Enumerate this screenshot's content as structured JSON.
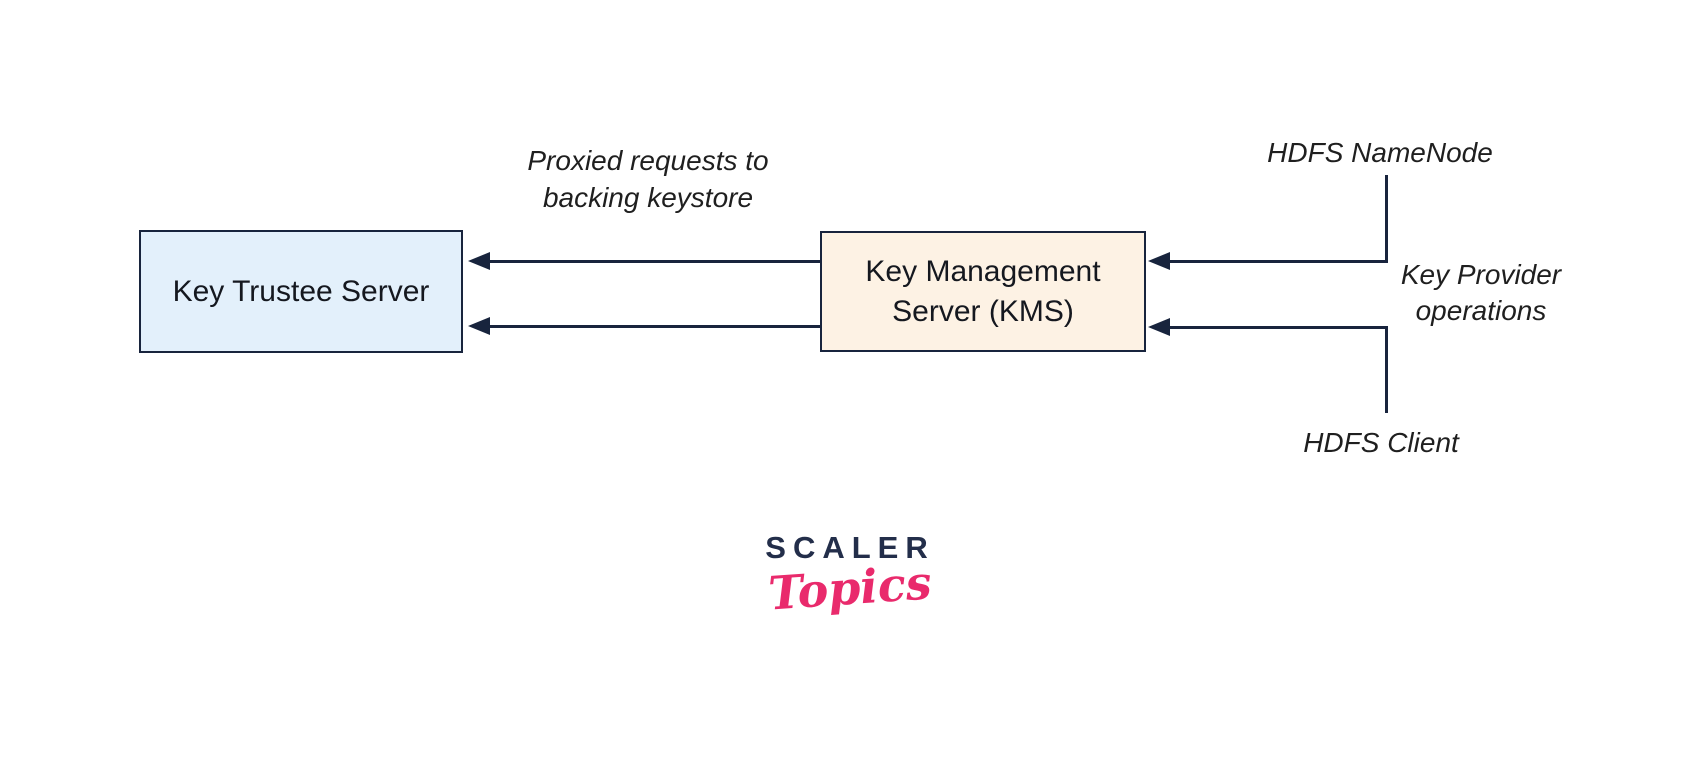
{
  "diagram": {
    "proxied_label": {
      "line1": "Proxied requests to",
      "line2": "backing keystore"
    },
    "nodes": {
      "trustee": {
        "label": "Key Trustee Server"
      },
      "kms": {
        "line1": "Key Management",
        "line2": "Server (KMS)"
      }
    },
    "labels": {
      "hdfs_namenode": "HDFS NameNode",
      "key_provider_line1": "Key Provider",
      "key_provider_line2": "operations",
      "hdfs_client": "HDFS Client"
    },
    "colors": {
      "line": "#18243d",
      "node_border": "#18243d",
      "trustee_fill": "#e3f0fb",
      "kms_fill": "#fdf2e4"
    }
  },
  "logo": {
    "brand": "SCALER",
    "script": "Topics",
    "brand_color": "#232e4a",
    "script_color": "#e92a6c"
  }
}
